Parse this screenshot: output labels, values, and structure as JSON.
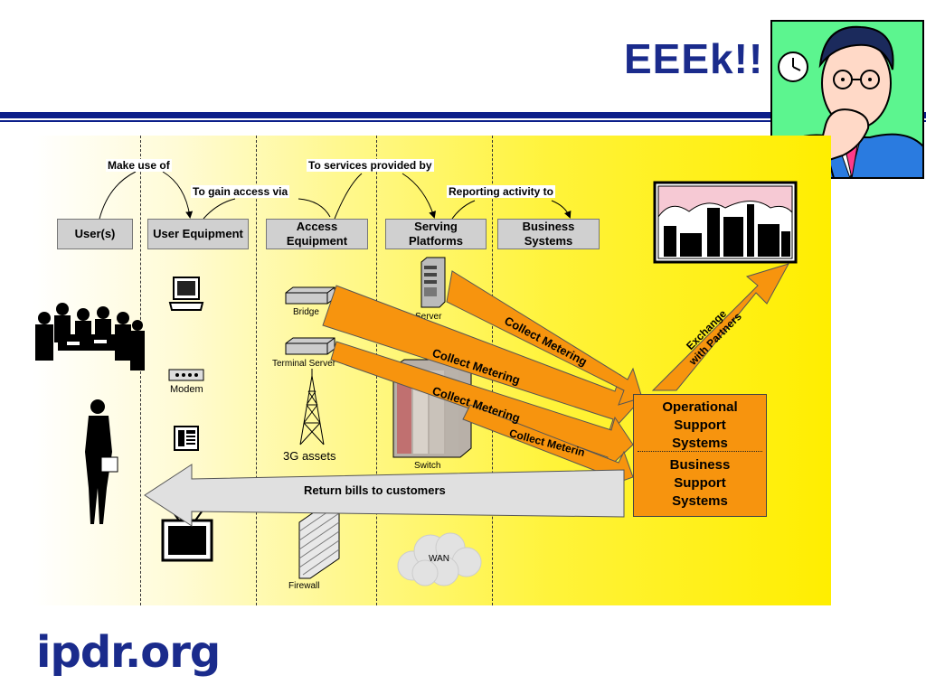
{
  "title": "EEEk!!",
  "logo": "ipdr.org",
  "headers": {
    "users": "User(s)",
    "user_equipment": "User Equipment",
    "access_equipment": "Access Equipment",
    "serving_platforms": "Serving Platforms",
    "business_systems": "Business Systems"
  },
  "relations": {
    "make_use_of": "Make use of",
    "to_gain_access_via": "To gain access via",
    "to_services_provided_by": "To services provided by",
    "reporting_activity_to": "Reporting activity to"
  },
  "devices": {
    "bridge": "Bridge",
    "terminal_server": "Terminal Server",
    "server": "Server",
    "modem": "Modem",
    "assets_3g": "3G assets",
    "switch": "Switch",
    "firewall": "Firewall",
    "wan": "WAN"
  },
  "arrows": {
    "collect_metering_1": "Collect Metering",
    "collect_metering_2": "Collect Metering",
    "collect_metering_3": "Collect Metering",
    "collect_metering_4": "Collect Meterin",
    "return_bills": "Return bills to customers",
    "exchange_line1": "Exchange",
    "exchange_line2": "with Partners"
  },
  "systems": {
    "oss_line1": "Operational",
    "oss_line2": "Support",
    "oss_line3": "Systems",
    "bss_line1": "Business",
    "bss_line2": "Support",
    "bss_line3": "Systems"
  },
  "colors": {
    "title_blue": "#1a2b8c",
    "arrow_orange": "#f7940e",
    "header_gray": "#d0d0d0",
    "background_yellow": "#ffee00"
  }
}
